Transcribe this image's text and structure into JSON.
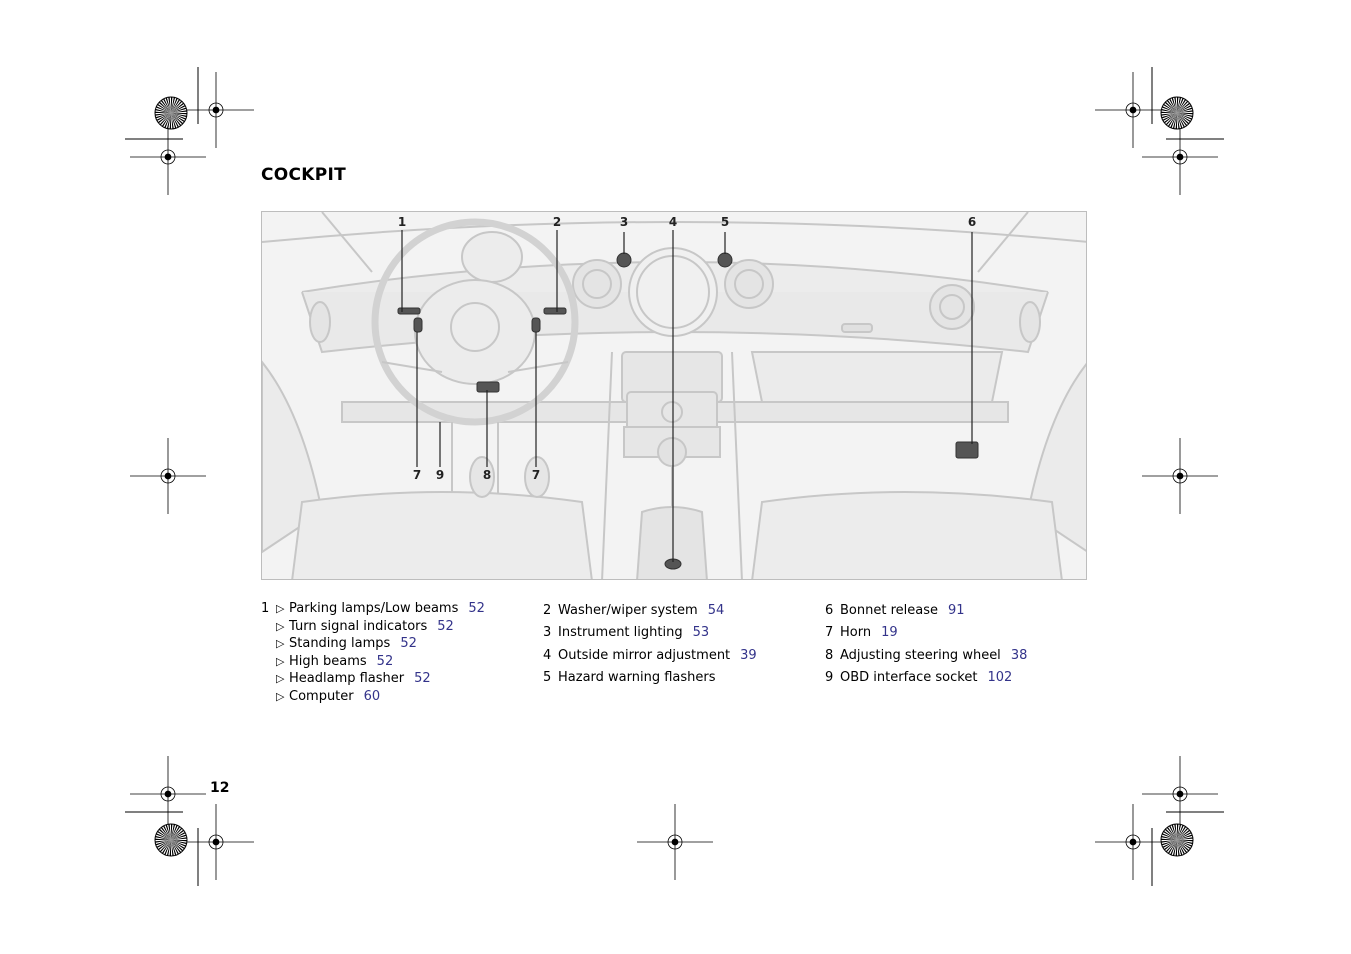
{
  "page": {
    "title": "COCKPIT",
    "page_number": "12"
  },
  "figure": {
    "callouts": [
      {
        "label": "1"
      },
      {
        "label": "2"
      },
      {
        "label": "3"
      },
      {
        "label": "4"
      },
      {
        "label": "5"
      },
      {
        "label": "6"
      },
      {
        "label": "7"
      },
      {
        "label": "9"
      },
      {
        "label": "8"
      },
      {
        "label": "7"
      }
    ]
  },
  "legend": {
    "item1": {
      "num": "1",
      "subitems": [
        {
          "text": "Parking lamps/Low beams",
          "page": "52"
        },
        {
          "text": "Turn signal indicators",
          "page": "52"
        },
        {
          "text": "Standing lamps",
          "page": "52"
        },
        {
          "text": "High beams",
          "page": "52"
        },
        {
          "text": "Headlamp flasher",
          "page": "52"
        },
        {
          "text": "Computer",
          "page": "60"
        }
      ]
    },
    "col2": [
      {
        "num": "2",
        "text": "Washer/wiper system",
        "page": "54"
      },
      {
        "num": "3",
        "text": "Instrument lighting",
        "page": "53"
      },
      {
        "num": "4",
        "text": "Outside mirror adjustment",
        "page": "39"
      },
      {
        "num": "5",
        "text": "Hazard warning flashers",
        "page": ""
      }
    ],
    "col3": [
      {
        "num": "6",
        "text": "Bonnet release",
        "page": "91"
      },
      {
        "num": "7",
        "text": "Horn",
        "page": "19"
      },
      {
        "num": "8",
        "text": "Adjusting steering wheel",
        "page": "38"
      },
      {
        "num": "9",
        "text": "OBD interface socket",
        "page": "102"
      }
    ]
  }
}
